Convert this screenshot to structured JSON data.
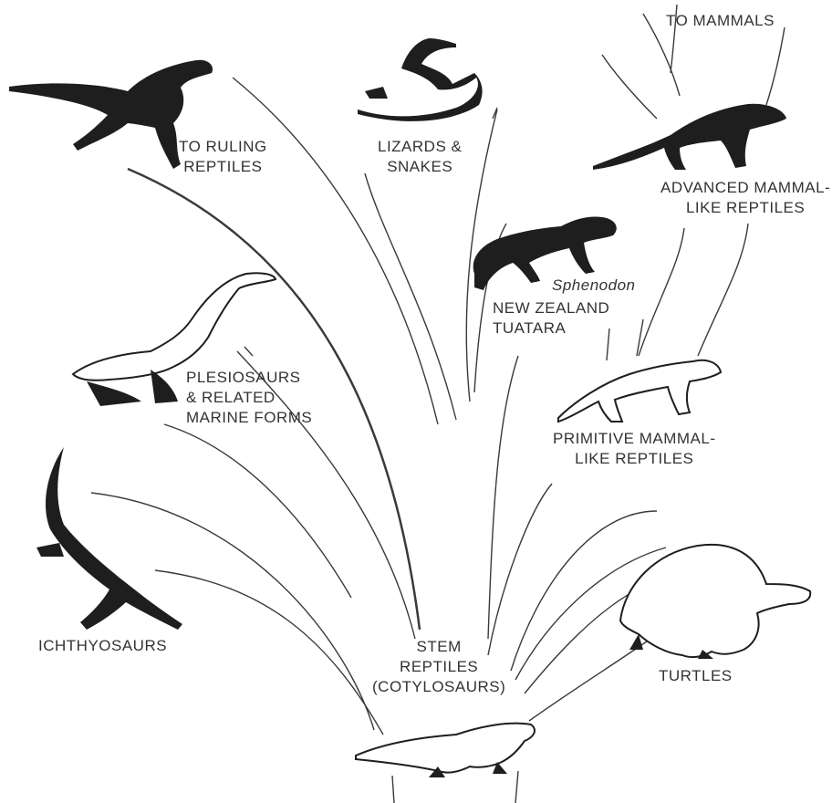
{
  "labels": {
    "to_mammals": "TO MAMMALS",
    "to_ruling_reptiles": [
      "TO RULING",
      "REPTILES"
    ],
    "lizards_snakes": [
      "LIZARDS &",
      "SNAKES"
    ],
    "advanced_mammal_like": [
      "ADVANCED MAMMAL-",
      "LIKE REPTILES"
    ],
    "sphenodon": "Sphenodon",
    "new_zealand_tuatara": [
      "NEW ZEALAND",
      "TUATARA"
    ],
    "plesiosaurs": [
      "PLESIOSAURS",
      "& RELATED",
      "MARINE FORMS"
    ],
    "primitive_mammal_like": [
      "PRIMITIVE MAMMAL-",
      "LIKE REPTILES"
    ],
    "ichthyosaurs": "ICHTHYOSAURS",
    "stem_reptiles": [
      "STEM",
      "REPTILES",
      "(COTYLOSAURS)"
    ],
    "turtles": "TURTLES"
  },
  "icons": {
    "ruling_reptile": "dinosaur-icon",
    "lizard": "lizard-icon",
    "mammal_like": "mammal-like-reptile-icon",
    "tuatara": "tuatara-icon",
    "plesiosaur": "plesiosaur-icon",
    "primitive_mammal_like": "pelycosaur-icon",
    "ichthyosaur": "ichthyosaur-icon",
    "turtle": "turtle-icon",
    "stem_reptile": "cotylosaur-icon"
  },
  "colors": {
    "ink": "#1e1e1e",
    "background": "#ffffff"
  }
}
